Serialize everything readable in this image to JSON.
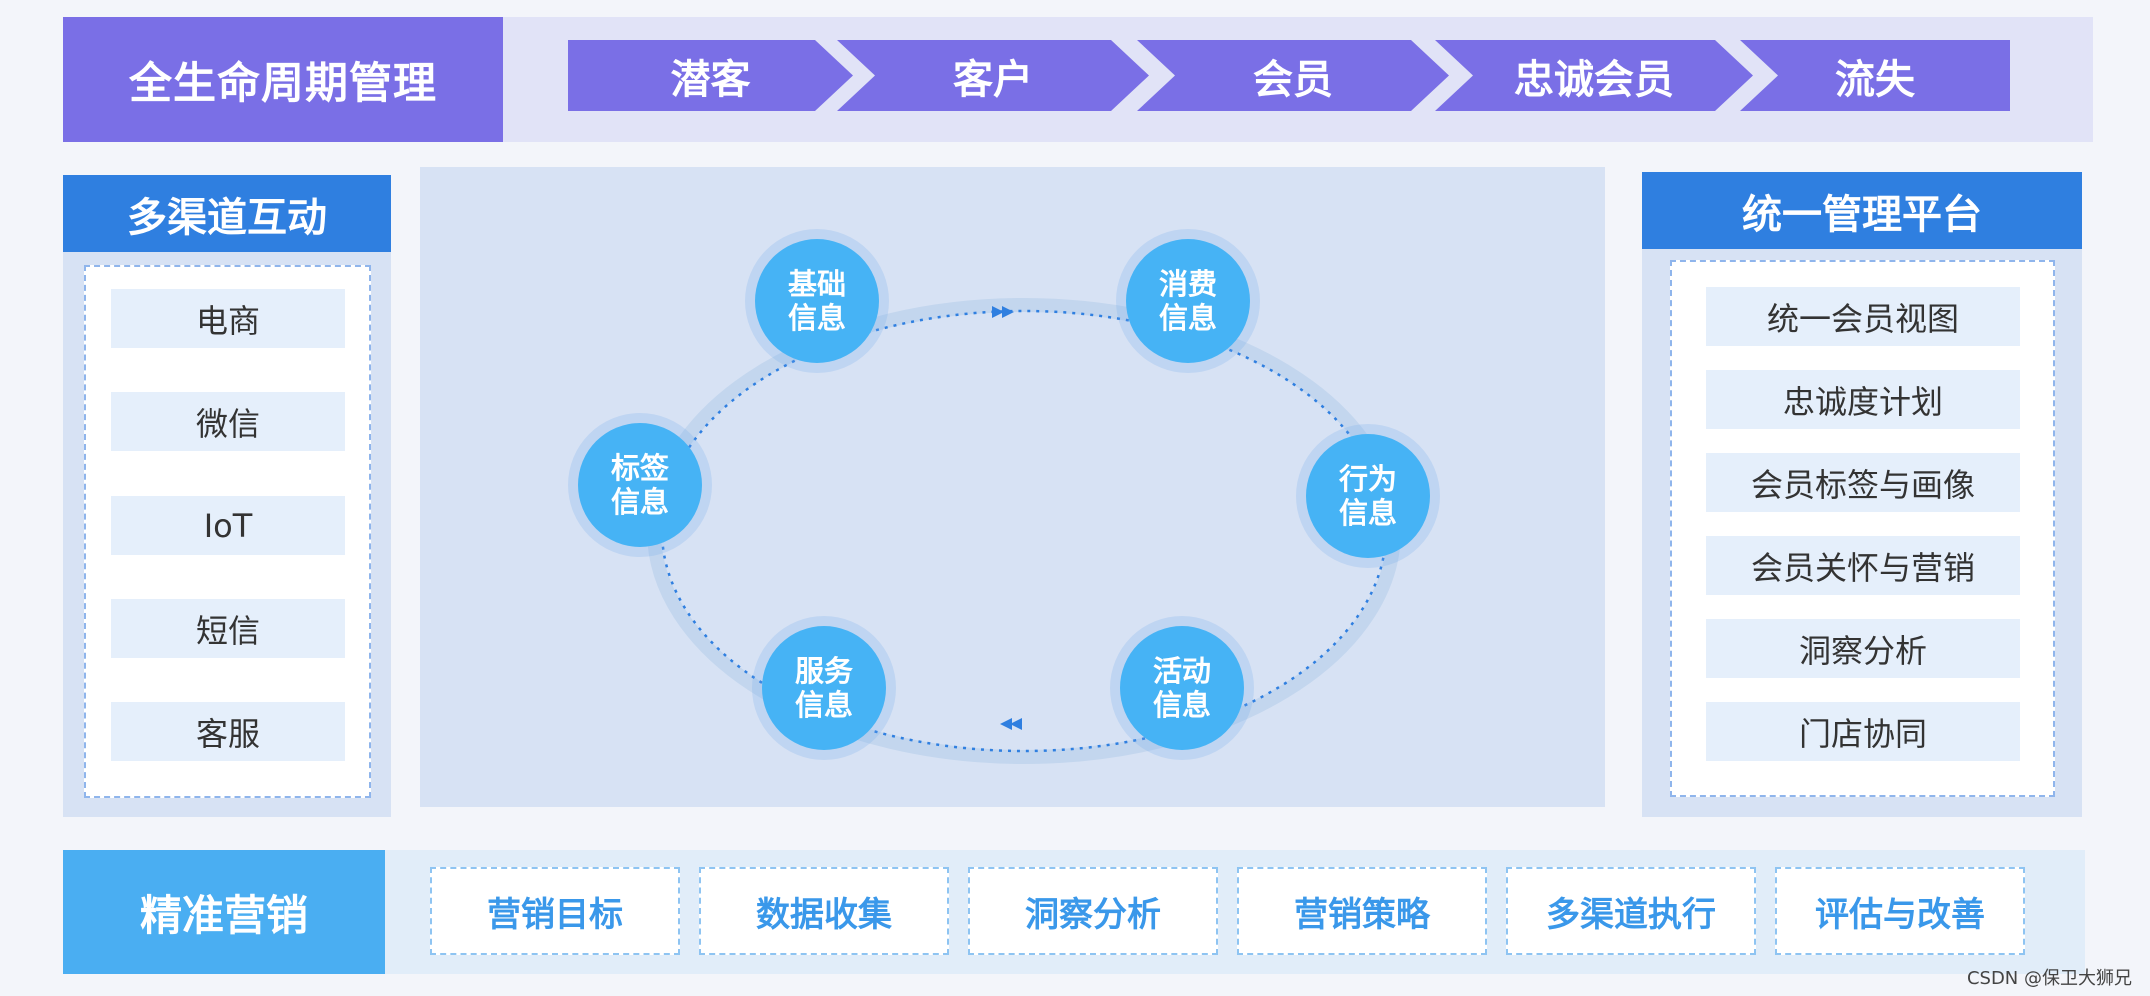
{
  "lifecycle": {
    "title": "全生命周期管理",
    "stages": [
      "潜客",
      "客户",
      "会员",
      "忠诚会员",
      "流失"
    ]
  },
  "left_panel": {
    "title": "多渠道互动",
    "items": [
      "电商",
      "微信",
      "IoT",
      "短信",
      "客服"
    ]
  },
  "center": {
    "nodes": [
      {
        "line1": "基础",
        "line2": "信息"
      },
      {
        "line1": "消费",
        "line2": "信息"
      },
      {
        "line1": "行为",
        "line2": "信息"
      },
      {
        "line1": "活动",
        "line2": "信息"
      },
      {
        "line1": "服务",
        "line2": "信息"
      },
      {
        "line1": "标签",
        "line2": "信息"
      }
    ]
  },
  "right_panel": {
    "title": "统一管理平台",
    "items": [
      "统一会员视图",
      "忠诚度计划",
      "会员标签与画像",
      "会员关怀与营销",
      "洞察分析",
      "门店协同"
    ]
  },
  "marketing": {
    "title": "精准营销",
    "steps": [
      "营销目标",
      "数据收集",
      "洞察分析",
      "营销策略",
      "多渠道执行",
      "评估与改善"
    ]
  },
  "watermark": "CSDN @保卫大狮兄",
  "colors": {
    "lifecycle_purple": "#7a6fe6",
    "panel_blue": "#2f7fe0",
    "node_blue": "#46b3f5",
    "marketing_blue": "#4aaef2"
  }
}
